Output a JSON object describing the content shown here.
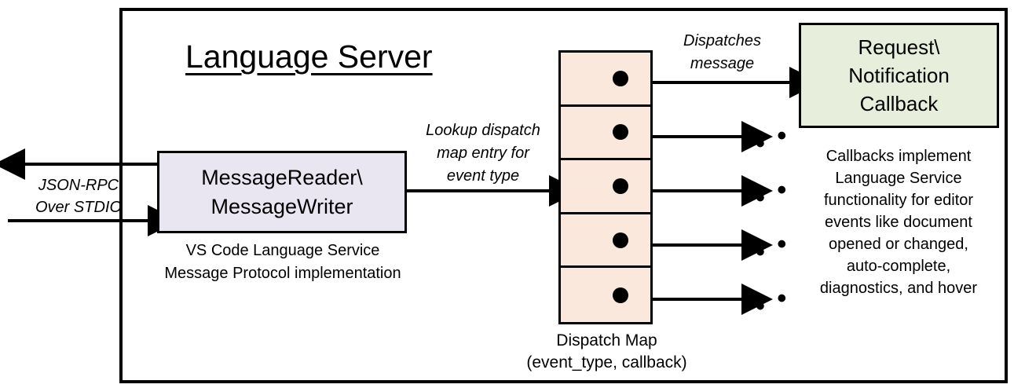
{
  "diagram": {
    "title": "Language Server",
    "boundary_name": "Language Server boundary"
  },
  "external_io": {
    "label_line1": "JSON-RPC",
    "label_line2": "Over STDIO",
    "outgoing_arrow": "outgoing-message-arrow",
    "incoming_arrow": "incoming-message-arrow"
  },
  "message_box": {
    "line1": "MessageReader\\",
    "line2": "MessageWriter",
    "caption_line1": "VS Code Language Service",
    "caption_line2": "Message Protocol implementation",
    "fill": "#E9E6F1"
  },
  "lookup": {
    "line1": "Lookup dispatch",
    "line2": "map entry for",
    "line3": "event type"
  },
  "dispatch_map": {
    "caption_line1": "Dispatch Map",
    "caption_line2": "(event_type, callback)",
    "fill": "#FBE8DC",
    "rows": [
      {
        "name": "dispatch-map-row-1",
        "dot": "entry-dot"
      },
      {
        "name": "dispatch-map-row-2",
        "dot": "entry-dot"
      },
      {
        "name": "dispatch-map-row-3",
        "dot": "entry-dot"
      },
      {
        "name": "dispatch-map-row-4",
        "dot": "entry-dot"
      },
      {
        "name": "dispatch-map-row-5",
        "dot": "entry-dot"
      }
    ]
  },
  "dispatch_arrow": {
    "label_line1": "Dispatches",
    "label_line2": "message"
  },
  "ellipses": {
    "glyph": "• • •",
    "count": 4
  },
  "callback_box": {
    "line1": "Request\\",
    "line2": "Notification",
    "line3": "Callback",
    "fill": "#E8EEDC",
    "caption_line1": "Callbacks implement",
    "caption_line2": "Language Service",
    "caption_line3": "functionality for editor",
    "caption_line4": "events like document",
    "caption_line5": "opened or changed,",
    "caption_line6": "auto-complete,",
    "caption_line7": "diagnostics, and hover"
  },
  "colors": {
    "stroke": "#000000",
    "background": "#FFFFFF"
  }
}
